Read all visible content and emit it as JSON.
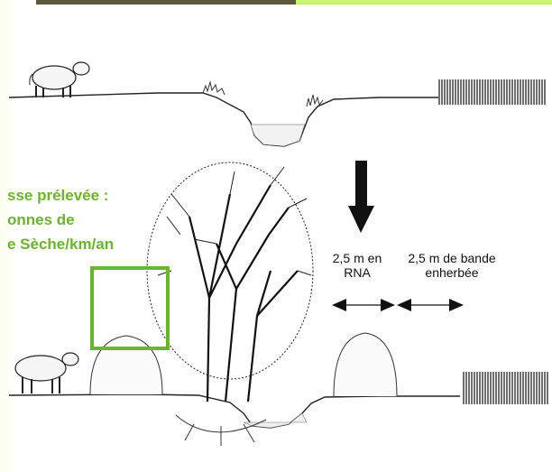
{
  "labels": {
    "green_line1": "sse prélevée :",
    "green_line2": "onnes de",
    "green_line3": "e Sèche/km/an",
    "rna_line1": "2,5 m en",
    "rna_line2": "RNA",
    "band_line1": "2,5 m de bande",
    "band_line2": "enherbée"
  },
  "colors": {
    "accent_green": "#6cb52b",
    "frame_green": "#69b72b",
    "top_strip": "#c9f56b",
    "ink": "#111111"
  }
}
